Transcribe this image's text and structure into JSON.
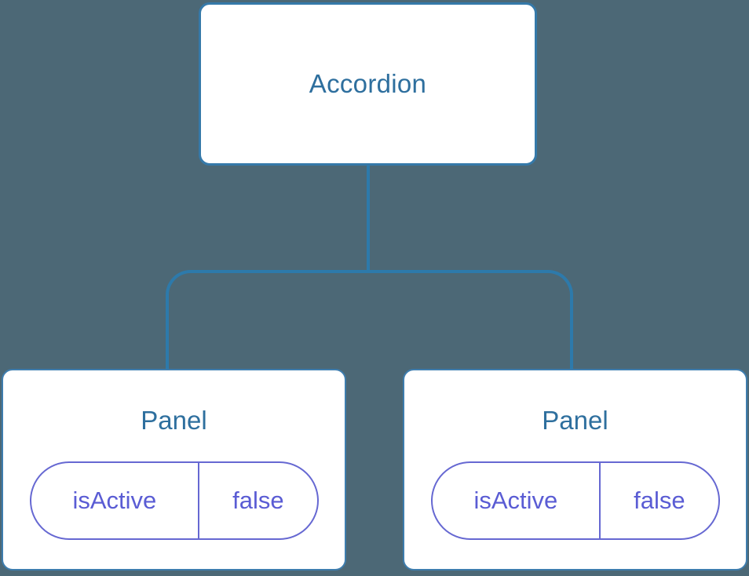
{
  "diagram": {
    "root": {
      "label": "Accordion"
    },
    "panels": [
      {
        "label": "Panel",
        "state_key": "isActive",
        "state_value": "false"
      },
      {
        "label": "Panel",
        "state_key": "isActive",
        "state_value": "false"
      }
    ]
  },
  "colors": {
    "background": "#4C6876",
    "connector": "#2D7AAB",
    "node_border": "#3579A9",
    "node_text": "#2E6F9E",
    "state_border": "#6668D2",
    "state_text": "#5A5CD4"
  }
}
